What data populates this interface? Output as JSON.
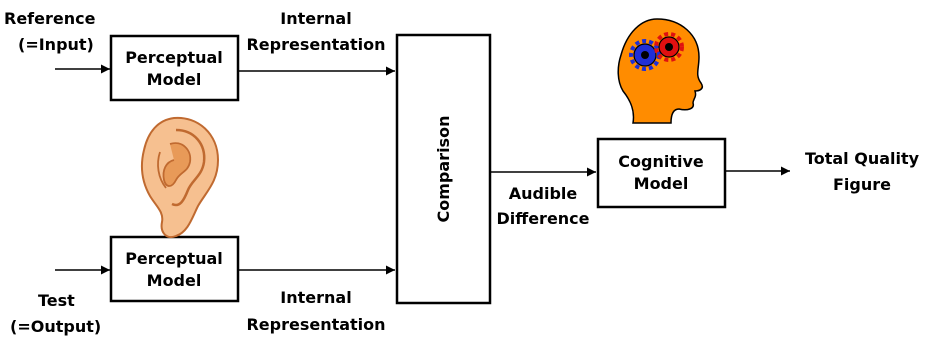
{
  "reference_input": {
    "line1": "Reference",
    "line2": "(=Input)"
  },
  "test_output": {
    "line1": "Test",
    "line2": "(=Output)"
  },
  "perceptual_model_top": {
    "line1": "Perceptual",
    "line2": "Model"
  },
  "perceptual_model_bottom": {
    "line1": "Perceptual",
    "line2": "Model"
  },
  "internal_rep_top": {
    "line1": "Internal",
    "line2": "Representation"
  },
  "internal_rep_bottom": {
    "line1": "Internal",
    "line2": "Representation"
  },
  "comparison": {
    "label": "Comparison"
  },
  "audible_difference": {
    "line1": "Audible",
    "line2": "Difference"
  },
  "cognitive_model": {
    "line1": "Cognitive",
    "line2": "Model"
  },
  "total_quality": {
    "line1": "Total Quality",
    "line2": "Figure"
  },
  "icons": {
    "ear": "ear-icon",
    "head": "head-with-gears-icon"
  },
  "colors": {
    "head": "#ff8c00",
    "gear_blue": "#1f2fd6",
    "gear_red": "#e01010",
    "ear": "#f6c090",
    "ear_outline": "#c06a30"
  }
}
